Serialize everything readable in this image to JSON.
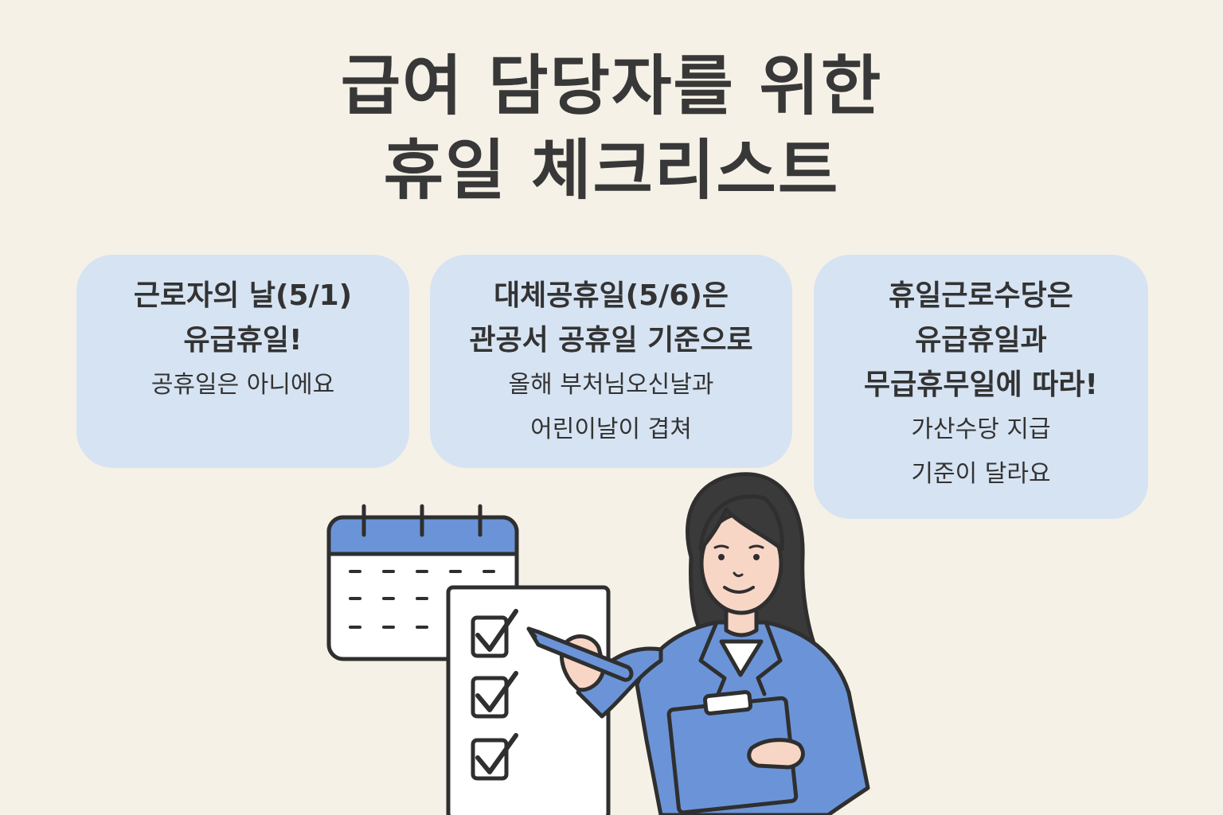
{
  "title": {
    "line1": "급여 담당자를 위한",
    "line2": "휴일 체크리스트"
  },
  "cards": [
    {
      "heading": [
        "근로자의 날(5/1)",
        "유급휴일!"
      ],
      "body": [
        "공휴일은 아니에요"
      ]
    },
    {
      "heading": [
        "대체공휴일(5/6)은",
        "관공서 공휴일 기준으로"
      ],
      "body": [
        "올해 부처님오신날과",
        "어린이날이 겹쳐"
      ]
    },
    {
      "heading": [
        "휴일근로수당은",
        "유급휴일과",
        "무급휴무일에 따라!"
      ],
      "body": [
        "가산수당 지급",
        "기준이 달라요"
      ]
    }
  ],
  "colors": {
    "background": "#f6f1e7",
    "card": "#d6e3f2",
    "accent_blue": "#6b94d8",
    "outline": "#2f2f2f"
  },
  "icons": [
    "calendar-icon",
    "checklist-icon",
    "checkmark-icon",
    "pen-icon",
    "clipboard-icon"
  ]
}
